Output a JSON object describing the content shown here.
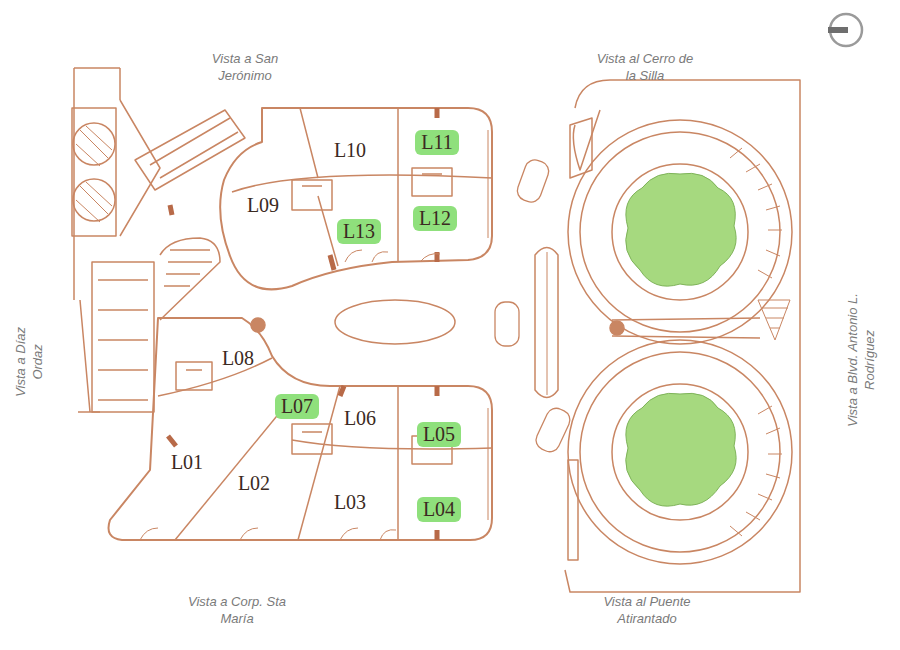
{
  "diagram": {
    "nodes": [
      {
        "text": [
          "L10"
        ]
      },
      {
        "text": [
          "L11"
        ]
      },
      {
        "text": [
          "L09"
        ]
      },
      {
        "text": [
          "L13"
        ]
      },
      {
        "text": [
          "L12"
        ]
      },
      {
        "text": [
          "L08"
        ]
      },
      {
        "text": [
          "L07"
        ]
      },
      {
        "text": [
          "L06"
        ]
      },
      {
        "text": [
          "L05"
        ]
      },
      {
        "text": [
          "L01"
        ]
      },
      {
        "text": [
          "L02"
        ]
      },
      {
        "text": [
          "L03"
        ]
      },
      {
        "text": [
          "L04"
        ]
      }
    ],
    "labels": [
      "Vista a San Jerónimo",
      "Vista al Cerro de la Silla",
      "Vista a Díaz Ordaz",
      "Vista a Blvd. Antonio L. Rodríguez",
      "Vista a Corp. Sta María",
      "Vista al Puente Atirantado"
    ]
  }
}
